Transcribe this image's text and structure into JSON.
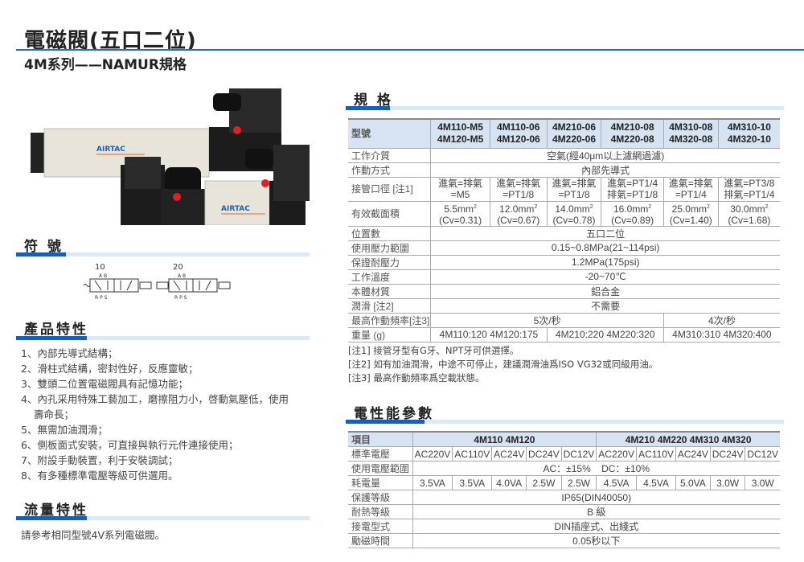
{
  "header": {
    "title": "電磁閥(五口二位)",
    "subtitle": "4M系列——NAMUR規格"
  },
  "sections": {
    "symbols": "符 號",
    "features": "產品特性",
    "flow": "流量特性",
    "spec": "規 格",
    "electrical": "電性能參數"
  },
  "colors": {
    "accent": "#1a5fb4",
    "bar": "#dce8f6",
    "header_bg": "#d5e3f3",
    "rule": "#1f6fc5"
  },
  "photo": {
    "brand": "AIRTAC"
  },
  "symbols": {
    "items": [
      {
        "code": "10",
        "ports_top": "A B",
        "ports_bottom": "R P S"
      },
      {
        "code": "20",
        "ports_top": "A B",
        "ports_bottom": "R P S"
      }
    ]
  },
  "features": [
    "1、內部先導式結構；",
    "2、滑柱式結構，密封性好，反應靈敏；",
    "3、雙頭二位置電磁閥具有記憶功能；",
    "4、內孔采用特殊工藝加工，磨擦阻力小，啓動氣壓低，使用",
    "壽命長；",
    "5、無需加油潤滑；",
    "6、側板面式安裝，可直接與執行元件連接使用；",
    "7、附設手動裝置，利于安裝調試；",
    "8、有多種標準電壓等級可供選用。"
  ],
  "flow_text": "請參考相同型號4V系列電磁閥。",
  "spec": {
    "header_label": "型號",
    "models": [
      [
        "4M110-M5",
        "4M120-M5"
      ],
      [
        "4M110-06",
        "4M120-06"
      ],
      [
        "4M210-06",
        "4M220-06"
      ],
      [
        "4M210-08",
        "4M220-08"
      ],
      [
        "4M310-08",
        "4M320-08"
      ],
      [
        "4M310-10",
        "4M320-10"
      ]
    ],
    "rows": {
      "medium": {
        "label": "工作介質",
        "value": "空氣(經40μm以上濾網過濾)"
      },
      "action": {
        "label": "作動方式",
        "value": "內部先導式"
      },
      "port": {
        "label": "接管口徑 [注1]",
        "values": [
          [
            "進氣=排氣",
            "=M5"
          ],
          [
            "進氣=排氣",
            "=PT1/8"
          ],
          [
            "進氣=排氣",
            "=PT1/8"
          ],
          [
            "進氣=PT1/4",
            "排氣=PT1/8"
          ],
          [
            "進氣=排氣",
            "=PT1/4"
          ],
          [
            "進氣=PT3/8",
            "排氣=PT1/4"
          ]
        ]
      },
      "area": {
        "label": "有效截面積",
        "values": [
          [
            "5.5mm",
            "(Cv=0.31)"
          ],
          [
            "12.0mm",
            "(Cv=0.67)"
          ],
          [
            "14.0mm",
            "(Cv=0.78)"
          ],
          [
            "16.0mm",
            "(Cv=0.89)"
          ],
          [
            "25.0mm",
            "(Cv=1.40)"
          ],
          [
            "30.0mm",
            "(Cv=1.68)"
          ]
        ],
        "unit_sup": "2"
      },
      "positions": {
        "label": "位置數",
        "value": "五口二位"
      },
      "pressure": {
        "label": "使用壓力範圍",
        "value": "0.15~0.8MPa(21~114psi)"
      },
      "proof": {
        "label": "保證耐壓力",
        "value": "1.2MPa(175psi)"
      },
      "temp": {
        "label": "工作溫度",
        "value": "-20~70℃"
      },
      "material": {
        "label": "本體材質",
        "value": "鋁合金"
      },
      "lube": {
        "label": "潤滑 [注2]",
        "value": "不需要"
      },
      "freq": {
        "label": "最高作動頻率[注3]",
        "values": [
          "5次/秒",
          "4次/秒"
        ]
      },
      "weight": {
        "label": "重量 (g)",
        "values": [
          "4M110:120 4M120:175",
          "4M210:220 4M220:320",
          "4M310:310 4M320:400"
        ]
      }
    }
  },
  "notes": [
    "[注1] 接管牙型有G牙、NPT牙可供選擇。",
    "[注2] 如有加油潤滑，中途不可停止，建議潤滑油爲ISO VG32或同級用油。",
    "[注3] 最高作動頻率爲空載狀態。"
  ],
  "electrical": {
    "header_label": "項目",
    "groups": [
      "4M110  4M120",
      "4M210  4M220 4M310  4M320"
    ],
    "rows": {
      "voltage": {
        "label": "標準電壓",
        "values": [
          "AC220V",
          "AC110V",
          "AC24V",
          "DC24V",
          "DC12V",
          "AC220V",
          "AC110V",
          "AC24V",
          "DC24V",
          "DC12V"
        ]
      },
      "range": {
        "label": "使用電壓範圍",
        "value": "AC：±15%    DC：±10%"
      },
      "power": {
        "label": "耗電量",
        "values": [
          "3.5VA",
          "3.5VA",
          "4.0VA",
          "2.5W",
          "2.5W",
          "4.5VA",
          "4.5VA",
          "5.0VA",
          "3.0W",
          "3.0W"
        ]
      },
      "protection": {
        "label": "保護等級",
        "value": "IP65(DIN40050)"
      },
      "insulation": {
        "label": "耐熱等級",
        "value": "B 級"
      },
      "connection": {
        "label": "接電型式",
        "value": "DIN插座式、出綫式"
      },
      "excitation": {
        "label": "勵磁時間",
        "value": "0.05秒以下"
      }
    }
  }
}
